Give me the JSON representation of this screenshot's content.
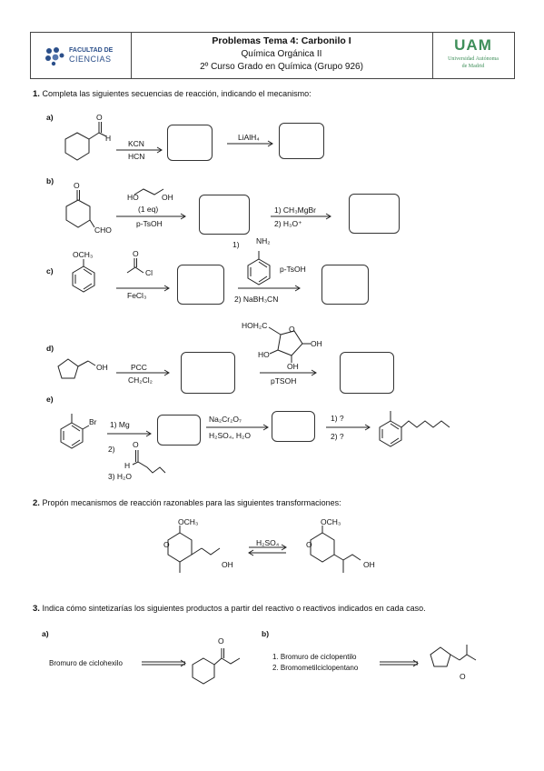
{
  "header": {
    "faculty_logo_line1": "FACULTAD DE",
    "faculty_logo_line2": "CIENCIAS",
    "title": "Problemas Tema 4: Carbonilo I",
    "subject": "Química Orgánica II",
    "course": "2º Curso Grado en Química (Grupo 926)",
    "uam_logo": "UAM",
    "uam_line1": "Universidad Autónoma",
    "uam_line2": "de Madrid",
    "colors": {
      "faculty_blue": "#2b4f8a",
      "uam_green": "#3f8f5a"
    }
  },
  "q1": {
    "number": "1.",
    "text": "Completa las siguientes secuencias de reacción, indicando el mecanismo:",
    "a": {
      "label": "a)",
      "atom_o": "O",
      "atom_h": "H",
      "r1_top": "KCN",
      "r1_bottom": "HCN",
      "r2_top": "LiAlH₄"
    },
    "b": {
      "label": "b)",
      "atom_o": "O",
      "group": "CHO",
      "diol_ho": "HO",
      "diol_oh": "OH",
      "r1_eq": "(1 eq)",
      "r1_bottom": "p-TsOH",
      "r2_top": "1) CH₃MgBr",
      "r2_bottom": "2) H₃O⁺"
    },
    "c": {
      "label": "c)",
      "ome": "OCH₃",
      "acyl_o": "O",
      "acyl_cl": "Cl",
      "r1_bottom": "FeCl₃",
      "r2_step1": "1)",
      "aniline_nh2": "NH₂",
      "r2_cat": "p-TsOH",
      "r2_step2": "2)  NaBH₃CN"
    },
    "d": {
      "label": "d)",
      "oh": "OH",
      "r1_top": "PCC",
      "r1_bottom": "CH₂Cl₂",
      "sugar_hoh2c": "HOH₂C",
      "sugar_o": "O",
      "sugar_oh_right": "OH",
      "sugar_ho_left": "HO",
      "sugar_oh_bottom": "OH",
      "r2_bottom": "pTSOH"
    },
    "e": {
      "label": "e)",
      "br": "Br",
      "r1_step1": "1)  Mg",
      "r1_step2": "2)",
      "ald_o": "O",
      "ald_h": "H",
      "r1_step3": "3)  H₂O",
      "r2_top": "Na₂Cr₂O₇",
      "r2_bottom": "H₂SO₄, H₂O",
      "r3_top": "1)  ?",
      "r3_bottom": "2)  ?"
    }
  },
  "q2": {
    "number": "2.",
    "text": "Propón mecanismos de reacción razonables para las siguientes transformaciones:",
    "ome_left": "OCH₃",
    "o_left": "O",
    "oh_left": "OH",
    "reagent": "H₂SO₄",
    "ome_right": "OCH₃",
    "o_right": "O",
    "oh_right": "OH"
  },
  "q3": {
    "number": "3.",
    "text": "Indica cómo sintetizarías los siguientes productos a partir del reactivo o reactivos indicados en cada caso.",
    "a": {
      "label": "a)",
      "reactant": "Bromuro de ciclohexilo",
      "o": "O"
    },
    "b": {
      "label": "b)",
      "reactant1": "1. Bromuro de ciclopentilo",
      "reactant2": "2. Bromometilciclopentano",
      "o": "O"
    }
  }
}
